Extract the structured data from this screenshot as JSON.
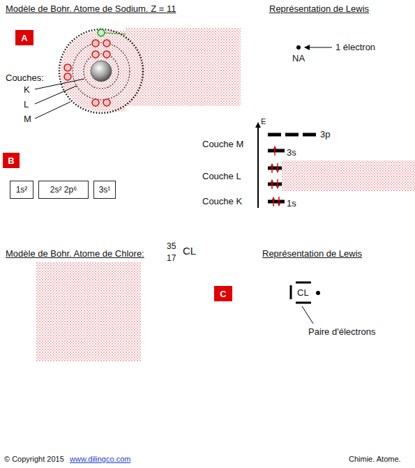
{
  "diagram": {
    "nodes": [
      {
        "text": [
          "A"
        ]
      },
      {
        "text": [
          "B"
        ]
      },
      {
        "text": [
          "1s²"
        ]
      },
      {
        "text": [
          "2s²  2p⁶"
        ]
      },
      {
        "text": [
          "3s¹"
        ]
      },
      {
        "text": [
          "C"
        ]
      }
    ],
    "labels": [
      "Modèle de Bohr. Atome de Sodium. Z = 11",
      "Représentation de Lewis",
      "Couches:",
      "K",
      "L",
      "M",
      "1 électron",
      "NA",
      "E",
      "3p",
      "Couche M",
      "3s",
      "Couche L",
      "Couche K",
      "1s",
      "Modèle de Bohr. Atome de Chlore:",
      "35",
      "17",
      "CL",
      "Représentation de Lewis",
      "CL",
      "Paire d'électrons",
      "© Copyright 2015",
      "www.dilingco.com",
      "Chimie. Atome."
    ]
  }
}
